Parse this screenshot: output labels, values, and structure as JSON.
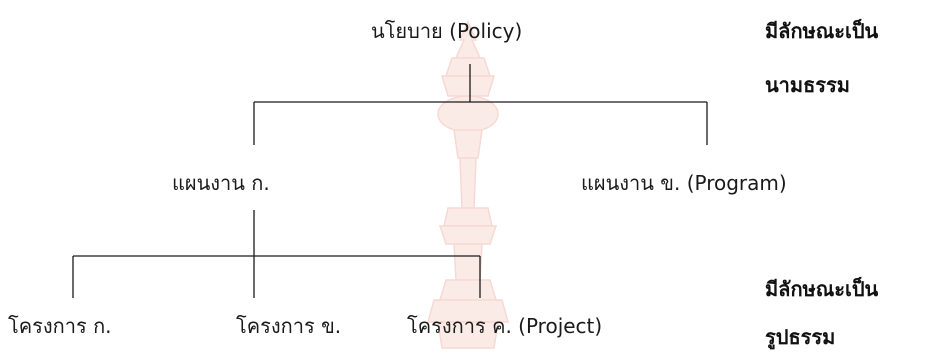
{
  "diagram": {
    "root": {
      "label": "นโยบาย (Policy)"
    },
    "level2": [
      {
        "label": "แผนงาน ก."
      },
      {
        "label": "แผนงาน ข. (Program)"
      }
    ],
    "level3": [
      {
        "label": "โครงการ ก."
      },
      {
        "label": "โครงการ ข."
      },
      {
        "label": "โครงการ ค. (Project)"
      }
    ],
    "notes": {
      "abstract_line1": "มีลักษณะเป็น",
      "abstract_line2": "นามธรรม",
      "concrete_line1": "มีลักษณะเป็น",
      "concrete_line2": "รูปธรรม"
    }
  },
  "colors": {
    "line": "#1a1a1a",
    "text": "#1a1a1a",
    "watermark_fill": "#f2b8a8",
    "watermark_stroke": "#e07a6a"
  },
  "watermark_icon": "ornamental-pillar-watermark"
}
